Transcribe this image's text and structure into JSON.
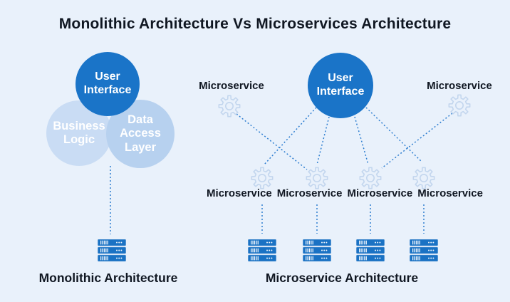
{
  "title": "Monolithic Architecture Vs Microservices Architecture",
  "monolith": {
    "ui_circle": "User\nInterface",
    "business_circle": "Business\nLogic",
    "data_circle": "Data\nAccess\nLayer",
    "caption": "Monolithic Architecture"
  },
  "micro": {
    "ui_circle": "User\nInterface",
    "top_left": "Microservice",
    "top_right": "Microservice",
    "row": [
      "Microservice",
      "Microservice",
      "Microservice",
      "Microservice"
    ],
    "caption": "Microservice Architecture"
  },
  "icons": {
    "service": "gear-icon",
    "host": "server-icon"
  },
  "colors": {
    "background": "#e9f1fb",
    "accent": "#1a74c8",
    "circle_light_1": "#c9dcf4",
    "circle_light_2": "#b7d1ef",
    "line": "#2e7ed0",
    "server": "#1a72c4",
    "gear": "#c3d6ee",
    "text": "#101722"
  }
}
